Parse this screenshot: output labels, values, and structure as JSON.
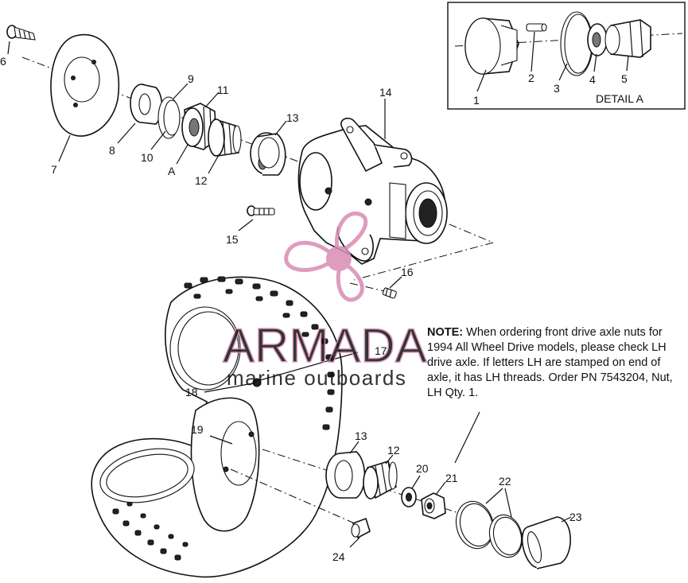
{
  "detail": {
    "title": "DETAIL A",
    "labels": [
      "1",
      "2",
      "3",
      "4",
      "5"
    ]
  },
  "labels": {
    "p6": "6",
    "p7": "7",
    "p8": "8",
    "p9": "9",
    "p10": "10",
    "pA": "A",
    "p11": "11",
    "p12a": "12",
    "p13a": "13",
    "p14": "14",
    "p15": "15",
    "p16": "16",
    "p17": "17",
    "p18": "18",
    "p19": "19",
    "p13b": "13",
    "p12b": "12",
    "p20": "20",
    "p21": "21",
    "p22": "22",
    "p23": "23",
    "p24": "24"
  },
  "note": {
    "heading": "NOTE:",
    "body": "When ordering front drive axle nuts for 1994 All Wheel Drive models, please check LH drive axle.  If letters LH are stamped on end of axle, it has LH threads. Order PN 7543204, Nut, LH Qty. 1."
  },
  "watermark": {
    "brand": "ARMADA",
    "tagline": "marine outboards",
    "color": "#d98bb5"
  }
}
